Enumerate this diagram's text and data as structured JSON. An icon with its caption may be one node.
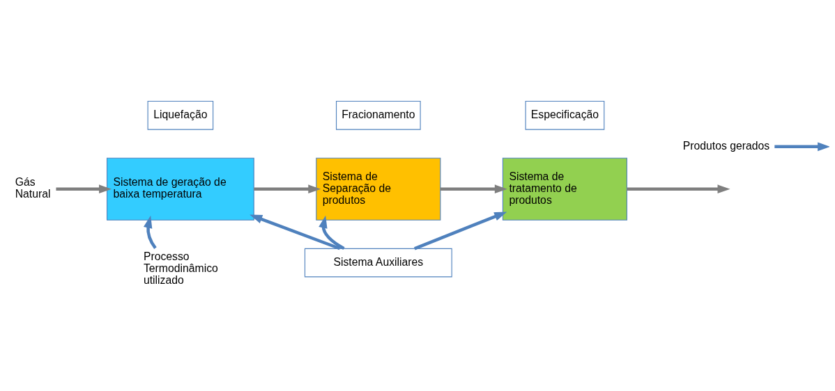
{
  "diagram": {
    "nodes": [
      {
        "text": [
          "Liquefação"
        ]
      },
      {
        "text": [
          "Fracionamento"
        ]
      },
      {
        "text": [
          "Especificação"
        ]
      },
      {
        "text": [
          "Gás Natural"
        ]
      },
      {
        "text": [
          "Sistema de geração de baixa temperatura"
        ]
      },
      {
        "text": [
          "Sistema de Separação de produtos"
        ]
      },
      {
        "text": [
          "Sistema de tratamento de produtos"
        ]
      },
      {
        "text": [
          "Processo Termodinâmico utilizado"
        ]
      },
      {
        "text": [
          "Sistema Auxiliares"
        ]
      },
      {
        "text": [
          "Produtos gerados"
        ]
      }
    ],
    "edges": [
      {
        "from": 3,
        "to": 4,
        "arrow": "to",
        "color": "#7f7f7f"
      },
      {
        "from": 4,
        "to": 5,
        "arrow": "to",
        "color": "#7f7f7f"
      },
      {
        "from": 5,
        "to": 6,
        "arrow": "to",
        "color": "#7f7f7f"
      },
      {
        "from": 6,
        "to": null,
        "arrow": "to",
        "color": "#7f7f7f"
      },
      {
        "from": 7,
        "to": 4,
        "arrow": "to"
      },
      {
        "from": 8,
        "to": 4,
        "arrow": "to"
      },
      {
        "from": 8,
        "to": 5,
        "arrow": "to"
      },
      {
        "from": 8,
        "to": 6,
        "arrow": "to"
      },
      {
        "from": 9,
        "to": null,
        "arrow": "to"
      }
    ]
  }
}
